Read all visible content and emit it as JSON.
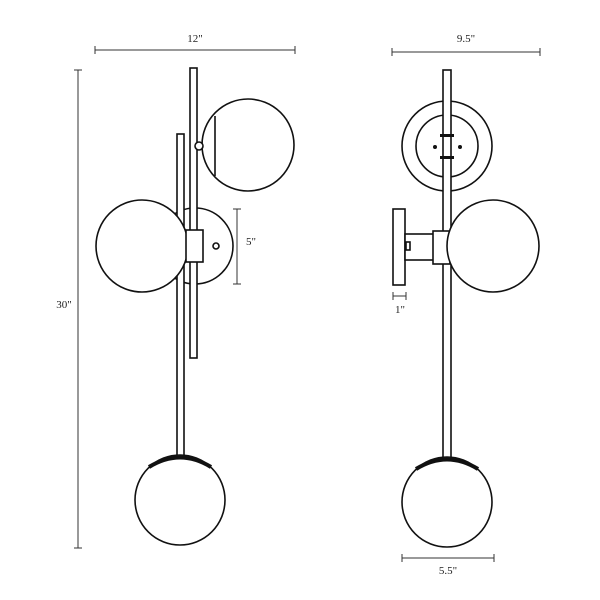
{
  "dimensions": {
    "width_front": "12\"",
    "height": "30\"",
    "backplate_height": "5\"",
    "width_side": "9.5\"",
    "backplate_depth": "1\"",
    "globe_diameter": "5.5\""
  },
  "colors": {
    "line": "#111111",
    "background": "#ffffff"
  }
}
